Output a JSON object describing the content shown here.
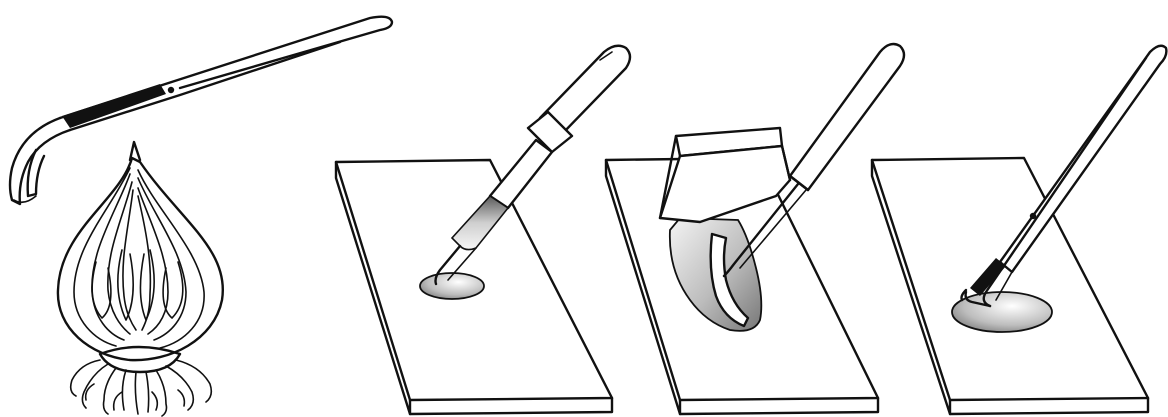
{
  "colors": {
    "ink": "#111111",
    "background": "#ffffff",
    "liquid_light": "#f2f2f2",
    "liquid_dark": "#8a8a8a"
  },
  "figure": {
    "panels": [
      {
        "name": "tweezers",
        "icon": "tweezers-icon"
      },
      {
        "name": "onion",
        "icon": "onion-bulb-icon"
      },
      {
        "name": "dropper-on-slide",
        "icon": "dropper-icon"
      },
      {
        "name": "cover-glass-on-slide",
        "icon": "coverslip-icon"
      },
      {
        "name": "tweezers-on-slide",
        "icon": "tweezers-icon"
      }
    ]
  }
}
